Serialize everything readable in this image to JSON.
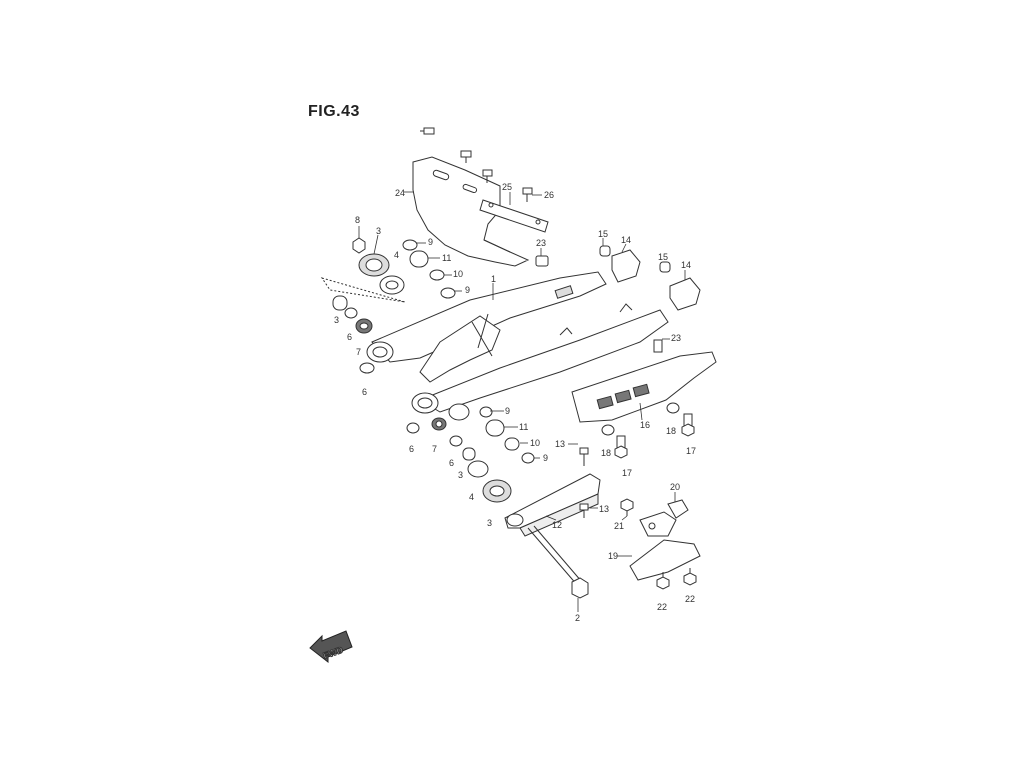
{
  "figure": {
    "title": "FIG.43"
  },
  "direction_badge": {
    "label": "FWD",
    "icon": "arrow-left-icon"
  },
  "colors": {
    "line": "#333333",
    "fill": "#ffffff",
    "shade": "#999999"
  },
  "callouts": [
    {
      "id": "c1",
      "label": "1"
    },
    {
      "id": "c2",
      "label": "2"
    },
    {
      "id": "c3a",
      "label": "3"
    },
    {
      "id": "c3b",
      "label": "3"
    },
    {
      "id": "c3c",
      "label": "3"
    },
    {
      "id": "c3d",
      "label": "3"
    },
    {
      "id": "c4a",
      "label": "4"
    },
    {
      "id": "c4b",
      "label": "4"
    },
    {
      "id": "c6a",
      "label": "6"
    },
    {
      "id": "c6b",
      "label": "6"
    },
    {
      "id": "c6c",
      "label": "6"
    },
    {
      "id": "c6d",
      "label": "6"
    },
    {
      "id": "c7a",
      "label": "7"
    },
    {
      "id": "c7b",
      "label": "7"
    },
    {
      "id": "c8",
      "label": "8"
    },
    {
      "id": "c9a",
      "label": "9"
    },
    {
      "id": "c9b",
      "label": "9"
    },
    {
      "id": "c9c",
      "label": "9"
    },
    {
      "id": "c9d",
      "label": "9"
    },
    {
      "id": "c10a",
      "label": "10"
    },
    {
      "id": "c10b",
      "label": "10"
    },
    {
      "id": "c11a",
      "label": "11"
    },
    {
      "id": "c11b",
      "label": "11"
    },
    {
      "id": "c12",
      "label": "12"
    },
    {
      "id": "c13a",
      "label": "13"
    },
    {
      "id": "c13b",
      "label": "13"
    },
    {
      "id": "c14a",
      "label": "14"
    },
    {
      "id": "c14b",
      "label": "14"
    },
    {
      "id": "c15a",
      "label": "15"
    },
    {
      "id": "c15b",
      "label": "15"
    },
    {
      "id": "c16",
      "label": "16"
    },
    {
      "id": "c17a",
      "label": "17"
    },
    {
      "id": "c17b",
      "label": "17"
    },
    {
      "id": "c18a",
      "label": "18"
    },
    {
      "id": "c18b",
      "label": "18"
    },
    {
      "id": "c19",
      "label": "19"
    },
    {
      "id": "c20",
      "label": "20"
    },
    {
      "id": "c21",
      "label": "21"
    },
    {
      "id": "c22a",
      "label": "22"
    },
    {
      "id": "c22b",
      "label": "22"
    },
    {
      "id": "c23a",
      "label": "23"
    },
    {
      "id": "c23b",
      "label": "23"
    },
    {
      "id": "c24",
      "label": "24"
    },
    {
      "id": "c25",
      "label": "25"
    },
    {
      "id": "c26",
      "label": "26"
    }
  ]
}
